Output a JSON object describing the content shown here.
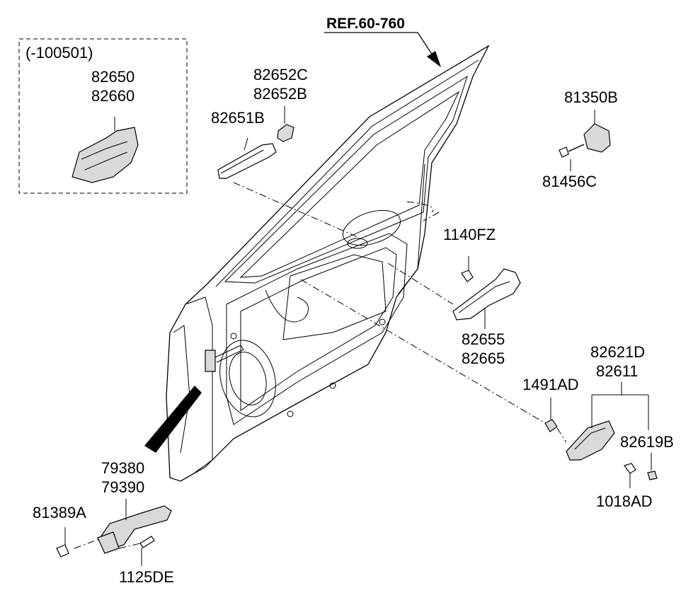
{
  "ref_label": "REF.60-760",
  "inset": {
    "note": "(-100501)",
    "parts": [
      "82650",
      "82660"
    ]
  },
  "parts": {
    "p82652": [
      "82652C",
      "82652B"
    ],
    "p82651B": "82651B",
    "p81350B": "81350B",
    "p81456C": "81456C",
    "p1140FZ": "1140FZ",
    "p82655": [
      "82655",
      "82665"
    ],
    "p82621": [
      "82621D",
      "82611"
    ],
    "p1491AD": "1491AD",
    "p82619B": "82619B",
    "p1018AD": "1018AD",
    "p79380": [
      "79380",
      "79390"
    ],
    "p81389A": "81389A",
    "p1125DE": "1125DE"
  }
}
